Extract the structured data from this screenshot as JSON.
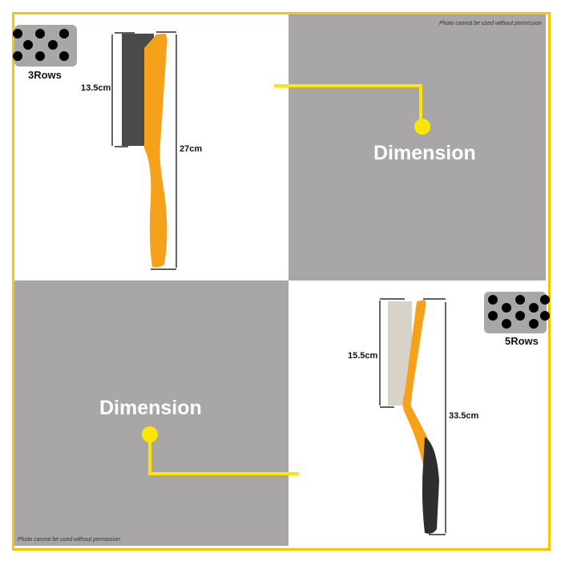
{
  "watermark_text": "Photo cannot be used without permission",
  "top_left": {
    "rows_label": "3Rows",
    "bristle_length": "13.5cm",
    "total_length": "27cm"
  },
  "top_right": {
    "heading": "Dimension"
  },
  "bottom_left": {
    "heading": "Dimension"
  },
  "bottom_right": {
    "rows_label": "5Rows",
    "bristle_length": "15.5cm",
    "total_length": "33.5cm"
  },
  "colors": {
    "frame": "#f7c600",
    "panel_gray": "#a8a6a7",
    "connector": "#ffe600",
    "handle": "#f5a21a"
  }
}
